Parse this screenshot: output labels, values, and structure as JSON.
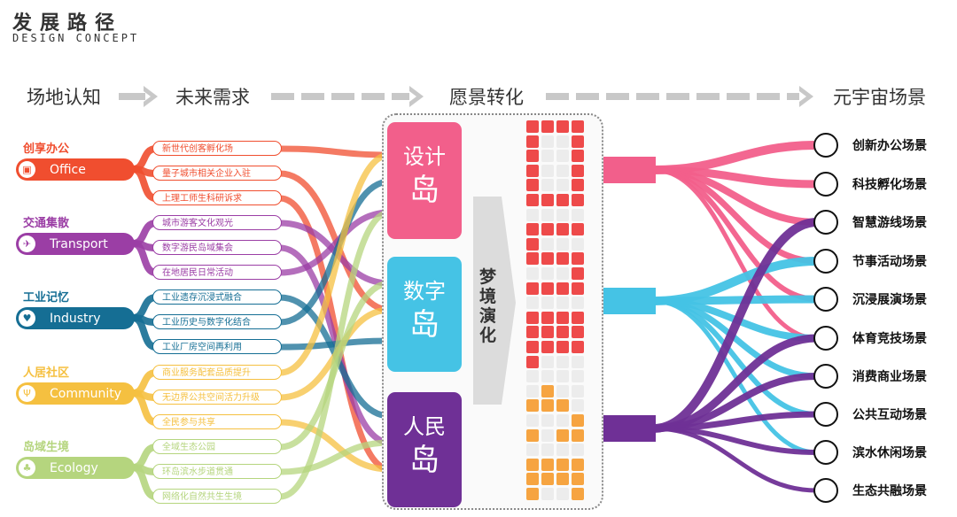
{
  "header": {
    "title_cn": "发展路径",
    "title_en": "DESIGN CONCEPT"
  },
  "stages": [
    "场地认知",
    "未来需求",
    "愿景转化",
    "元宇宙场景"
  ],
  "categories": [
    {
      "title": "创享办公",
      "label": "Office",
      "color": "#f04e2f",
      "icon": "briefcase-icon",
      "subs": [
        "新世代创客孵化场",
        "量子城市相关企业入驻",
        "上理工师生科研诉求"
      ]
    },
    {
      "title": "交通集散",
      "label": "Transport",
      "color": "#9b3ea5",
      "icon": "transport-icon",
      "subs": [
        "城市游客文化观光",
        "数字游民岛域集会",
        "在地居民日常活动"
      ]
    },
    {
      "title": "工业记忆",
      "label": "Industry",
      "color": "#156e94",
      "icon": "heart-icon",
      "subs": [
        "工业遗存沉浸式融合",
        "工业历史与数字化结合",
        "工业厂房空间再利用"
      ]
    },
    {
      "title": "人居社区",
      "label": "Community",
      "color": "#f5c040",
      "icon": "dining-icon",
      "subs": [
        "商业服务配套品质提升",
        "无边界公共空间活力升级",
        "全民参与共享"
      ]
    },
    {
      "title": "岛域生境",
      "label": "Ecology",
      "color": "#b5d57e",
      "icon": "eco-icon",
      "subs": [
        "全域生态公园",
        "环岛滨水步道贯通",
        "网络化自然共生生境"
      ]
    }
  ],
  "islands": [
    {
      "line1": "设计",
      "line2": "岛",
      "color": "#f25f8b"
    },
    {
      "line1": "数字",
      "line2": "岛",
      "color": "#45c3e5"
    },
    {
      "line1": "人民",
      "line2": "岛",
      "color": "#6f3096"
    }
  ],
  "evolution_label": "梦境演化",
  "scenes": [
    "创新办公场景",
    "科技孵化场景",
    "智慧游线场景",
    "节事活动场景",
    "沉浸展演场景",
    "体育竞技场景",
    "消费商业场景",
    "公共互动场景",
    "滨水休闲场景",
    "生态共融场景"
  ],
  "colors": {
    "pink": "#f25f8b",
    "cyan": "#45c3e5",
    "purple": "#6f3096",
    "arrow": "#c8c8c8",
    "pixel_red": "#ee4a4a",
    "pixel_orange": "#f6a441"
  }
}
